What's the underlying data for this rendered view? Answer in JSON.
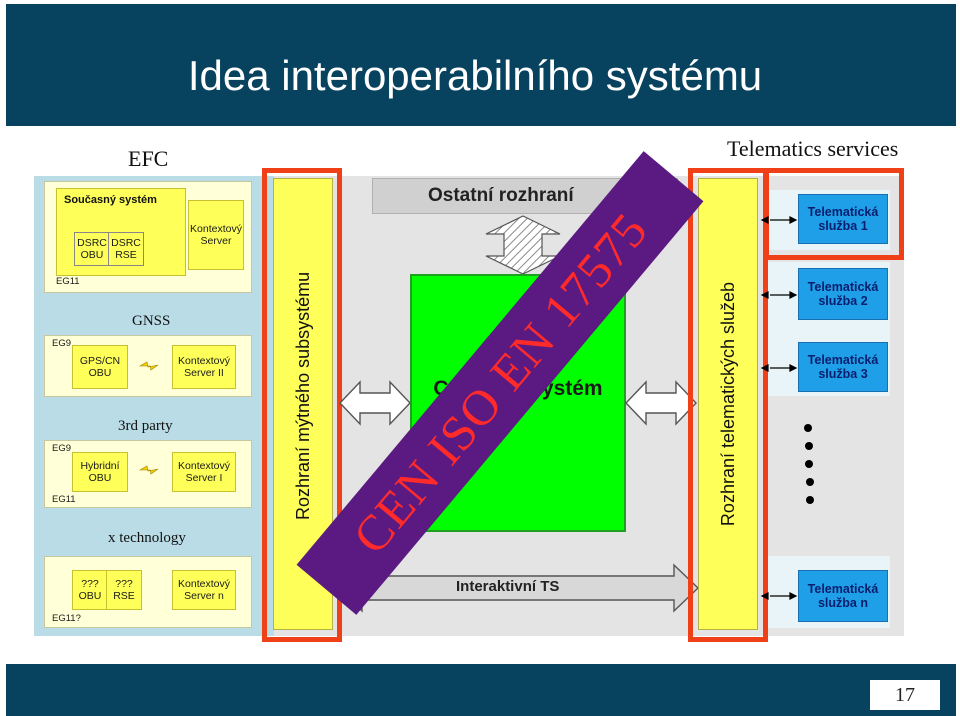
{
  "title": "Idea interoperabilního systému",
  "page_number": "17",
  "labels": {
    "efc": "EFC",
    "telematics": "Telematics services",
    "gnss": "GNSS",
    "third_party": "3rd party",
    "x_tech": "x technology",
    "stamp": "CEN ISO EN 17575"
  },
  "left": {
    "current_system": "Současný systém",
    "dsrc_obu": "DSRC OBU",
    "dsrc_rse": "DSRC RSE",
    "ctx_server": "Kontextový Server",
    "gps_obu": "GPS/CN OBU",
    "ctx_server_2": "Kontextový Server II",
    "hybrid_obu": "Hybridní OBU",
    "ctx_server_1": "Kontextový Server I",
    "unk_obu": "??? OBU",
    "unk_rse": "??? RSE",
    "ctx_server_n": "Kontextový Server n",
    "eg11_a": "EG11",
    "eg9_a": "EG9",
    "eg9_b": "EG9",
    "eg11_b": "EG11",
    "eg11_c": "EG11?"
  },
  "bars": {
    "toll_interface": "Rozhraní mýtného subsystému",
    "telematics_interface": "Rozhraní telematických služeb"
  },
  "center": {
    "other_interfaces": "Ostatní rozhraní",
    "central_system": "Centrální systém",
    "interactive_ts": "Interaktivní TS"
  },
  "services": {
    "s1": "Telematická služba 1",
    "s2": "Telematická služba 2",
    "s3": "Telematická služba 3",
    "sn": "Telematická služba n"
  },
  "colors": {
    "header": "#07425f",
    "central": "#00ff00",
    "yellow": "#ffff5a",
    "blue": "#1f9fe8",
    "highlight": "#f04018",
    "stamp": "#5a1a82"
  }
}
